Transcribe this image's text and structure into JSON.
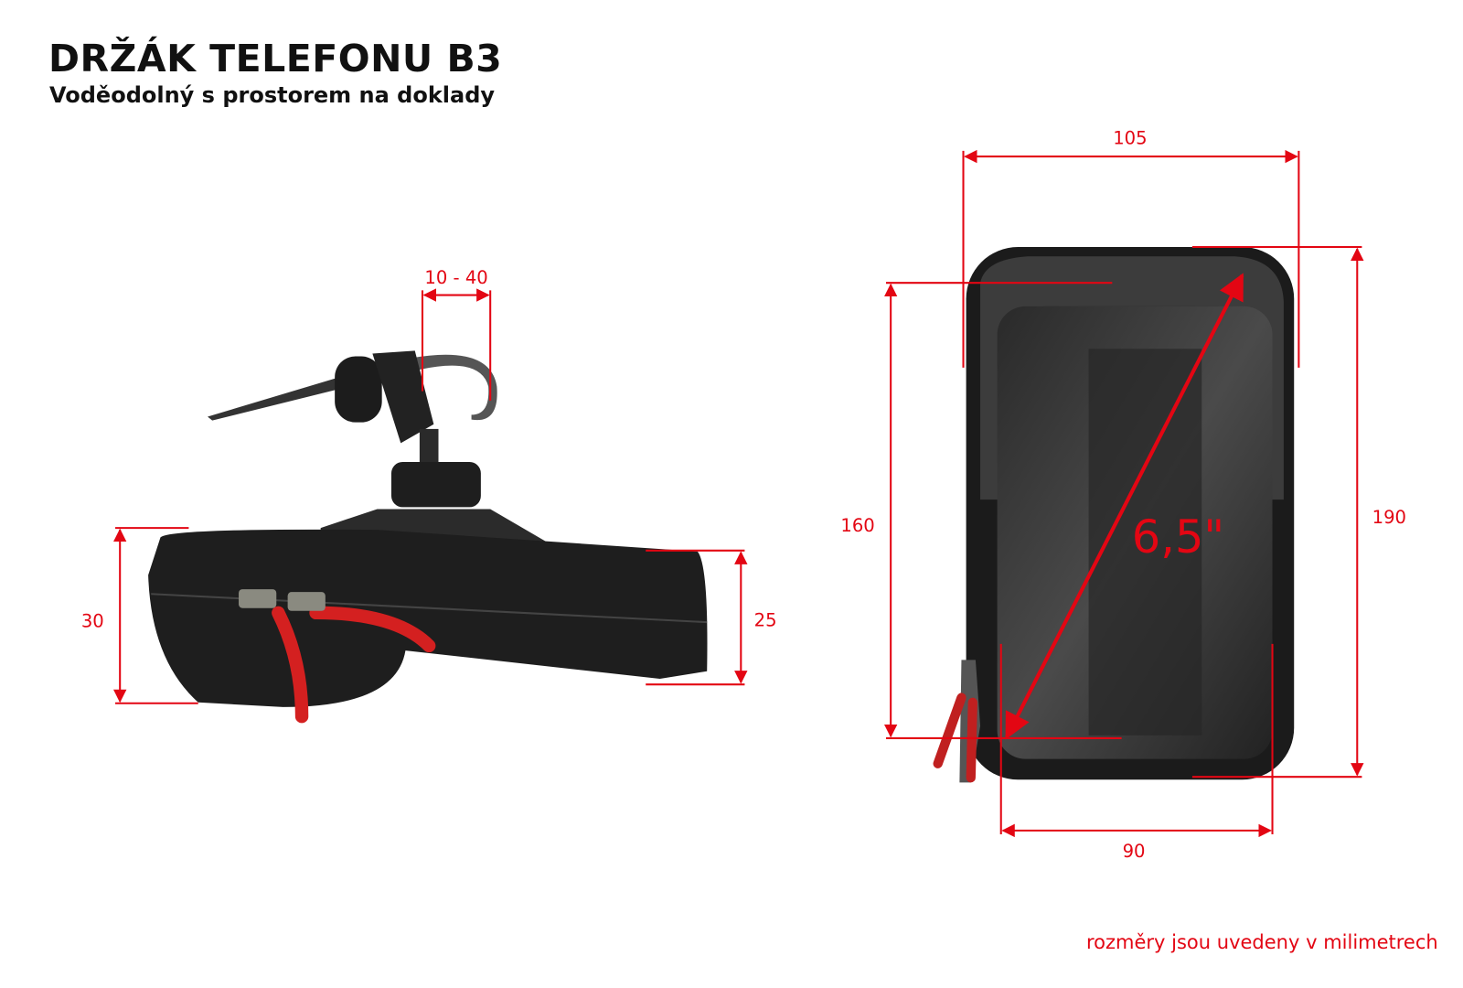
{
  "header": {
    "title": "DRŽÁK TELEFONU B3",
    "subtitle": "Voděodolný s prostorem na doklady"
  },
  "side_view": {
    "clamp_range": "10 - 40",
    "height_left": "30",
    "height_right": "25"
  },
  "front_view": {
    "width_top": "105",
    "width_bottom": "90",
    "height_inner": "160",
    "height_outer": "190",
    "screen_diagonal": "6,5\""
  },
  "footnote": "rozměry jsou uvedeny v milimetrech",
  "colors": {
    "accent": "#e30613",
    "product": "#1e1e1e"
  }
}
